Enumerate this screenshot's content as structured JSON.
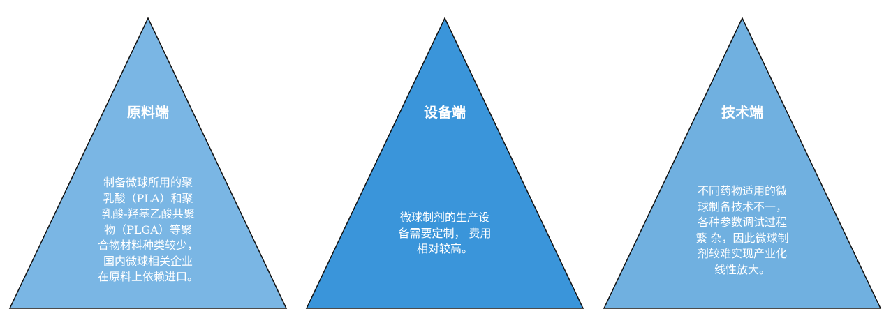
{
  "colors": {
    "left": "#7ab6e4",
    "middle": "#3a95da",
    "right": "#70b0e0",
    "stroke": "#111111"
  },
  "panels": [
    {
      "title": "原料端",
      "lines": [
        "制备微球所用的聚",
        "乳酸（PLA）和聚",
        "乳酸-羟基乙酸共聚",
        "物（PLGA）等聚",
        "合物材料种类较少，",
        "国内微球相关企业",
        "在原料上依赖进口。"
      ]
    },
    {
      "title": "设备端",
      "lines": [
        "微球制剂的生产设",
        "备需要定制， 费用",
        "相对较高。"
      ]
    },
    {
      "title": "技术端",
      "lines": [
        "不同药物适用的微",
        "球制备技术不一，",
        "各种参数调试过程",
        "繁 杂，因此微球制",
        "剂较难实现产业化",
        "线性放大。"
      ]
    }
  ]
}
